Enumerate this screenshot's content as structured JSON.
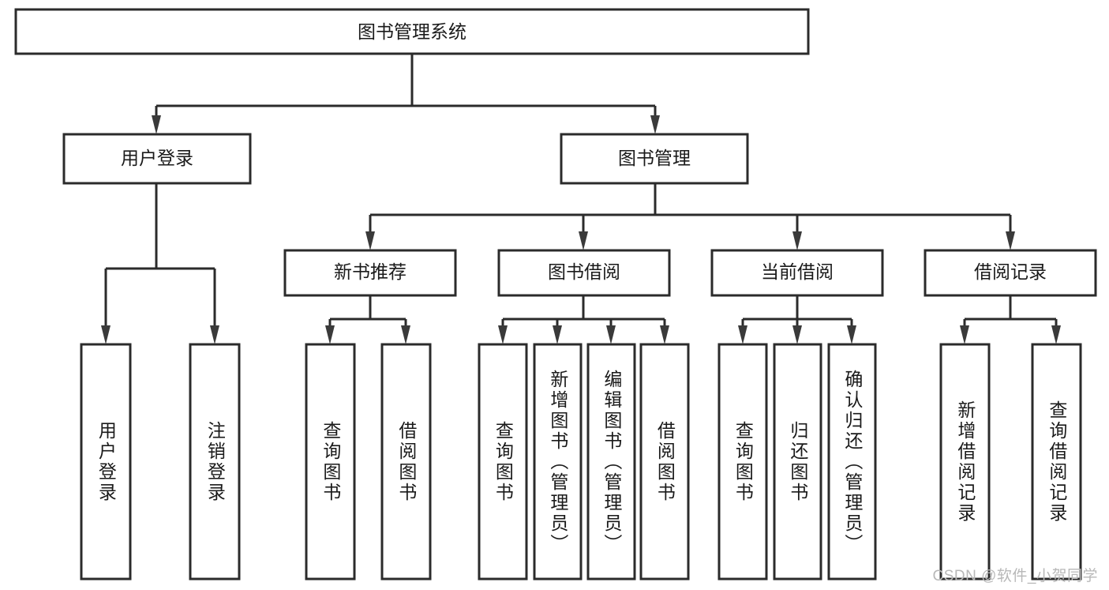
{
  "diagram": {
    "type": "tree",
    "title": "图书管理系统",
    "orientation": "top-down",
    "root": {
      "id": "root",
      "label": "图书管理系统",
      "level": 0
    },
    "levels": [
      {
        "level": 1,
        "nodes": [
          {
            "id": "user-login",
            "label": "用户登录"
          },
          {
            "id": "book-manage",
            "label": "图书管理"
          }
        ]
      },
      {
        "level": 2,
        "nodes": [
          {
            "id": "new-book-rec",
            "label": "新书推荐",
            "parent": "book-manage"
          },
          {
            "id": "book-borrow",
            "label": "图书借阅",
            "parent": "book-manage"
          },
          {
            "id": "current-borrow",
            "label": "当前借阅",
            "parent": "book-manage"
          },
          {
            "id": "borrow-record",
            "label": "借阅记录",
            "parent": "book-manage"
          }
        ]
      },
      {
        "level": 3,
        "nodes": [
          {
            "id": "leaf-user-login",
            "label": "用户登录",
            "parent": "user-login"
          },
          {
            "id": "leaf-user-logout",
            "label": "注销登录",
            "parent": "user-login"
          },
          {
            "id": "leaf-rec-query",
            "label": "查询图书",
            "parent": "new-book-rec"
          },
          {
            "id": "leaf-rec-borrow",
            "label": "借阅图书",
            "parent": "new-book-rec"
          },
          {
            "id": "leaf-borrow-query",
            "label": "查询图书",
            "parent": "book-borrow"
          },
          {
            "id": "leaf-borrow-add",
            "label": "新增图书（管理员）",
            "parent": "book-borrow"
          },
          {
            "id": "leaf-borrow-edit",
            "label": "编辑图书（管理员）",
            "parent": "book-borrow"
          },
          {
            "id": "leaf-borrow-lend",
            "label": "借阅图书",
            "parent": "book-borrow"
          },
          {
            "id": "leaf-cur-query",
            "label": "查询图书",
            "parent": "current-borrow"
          },
          {
            "id": "leaf-cur-return",
            "label": "归还图书",
            "parent": "current-borrow"
          },
          {
            "id": "leaf-cur-confirm",
            "label": "确认归还（管理员）",
            "parent": "current-borrow"
          },
          {
            "id": "leaf-rec-add",
            "label": "新增借阅记录",
            "parent": "borrow-record"
          },
          {
            "id": "leaf-rec-query2",
            "label": "查询借阅记录",
            "parent": "borrow-record"
          }
        ]
      }
    ],
    "colors": {
      "box_fill": "#ffffff",
      "box_stroke": "#2b2b2b",
      "connector": "#2b2b2b",
      "text": "#1a1a1a",
      "watermark": "#b8b8b8",
      "background": "#ffffff"
    }
  },
  "watermark": {
    "text": "CSDN @软件_小贺同学"
  }
}
